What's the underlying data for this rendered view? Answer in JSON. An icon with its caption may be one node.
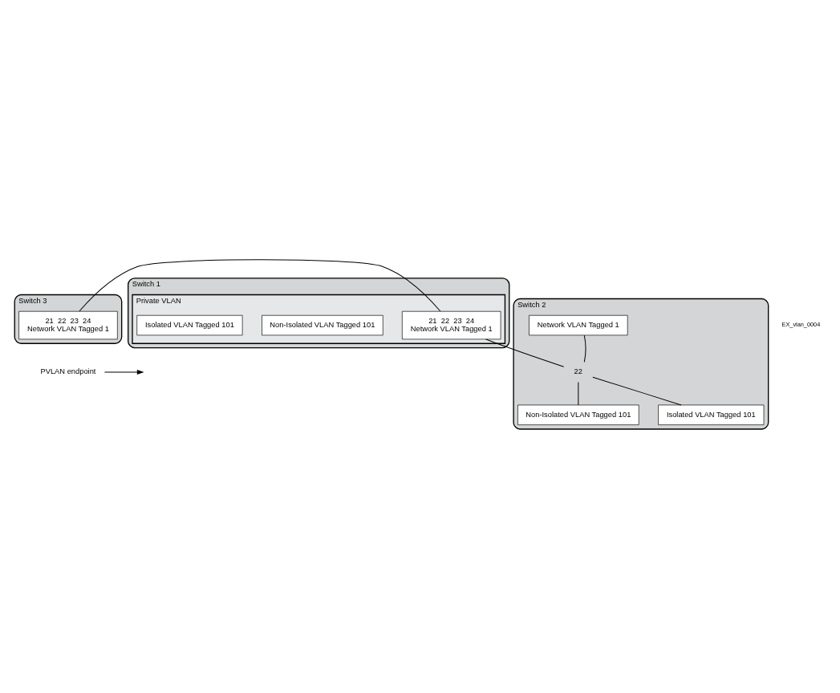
{
  "diagram": {
    "nodes": [
      {
        "text": [
          "Switch 3"
        ]
      },
      {
        "text": [
          "21  22  23  24",
          "Network VLAN Tagged 1"
        ],
        "in": 0
      },
      {
        "text": [
          "PVLAN endpoint"
        ]
      },
      {
        "text": [
          "Switch 1"
        ]
      },
      {
        "text": [
          "Private VLAN"
        ],
        "in": 3
      },
      {
        "text": [
          "21  22  23  24",
          "Network VLAN Tagged 1"
        ],
        "in": 4
      },
      {
        "text": [
          "Non-Isolated VLAN Tagged 101"
        ],
        "in": 4
      },
      {
        "text": [
          "Isolated VLAN Tagged 101"
        ],
        "in": 4
      },
      {
        "text": [
          "Switch 2"
        ]
      },
      {
        "text": [
          "Network VLAN Tagged 1"
        ],
        "in": 8
      },
      {
        "text": [
          "22"
        ],
        "in": 8
      },
      {
        "text": [
          "Non-Isolated VLAN Tagged 101"
        ],
        "in": 8
      },
      {
        "text": [
          "Isolated VLAN Tagged 101"
        ],
        "in": 8
      }
    ],
    "edges": [
      {
        "from": 5,
        "to": 1,
        "arrow": "none"
      },
      {
        "from": 2,
        "to": null,
        "arrow": "to"
      },
      {
        "from": 5,
        "to": 10,
        "arrow": "none"
      },
      {
        "from": 10,
        "to": 9,
        "arrow": "none"
      },
      {
        "from": 10,
        "to": 11,
        "arrow": "none"
      },
      {
        "from": 10,
        "to": 12,
        "arrow": "none"
      }
    ],
    "labels": [
      "EX_vlan_0004"
    ]
  }
}
